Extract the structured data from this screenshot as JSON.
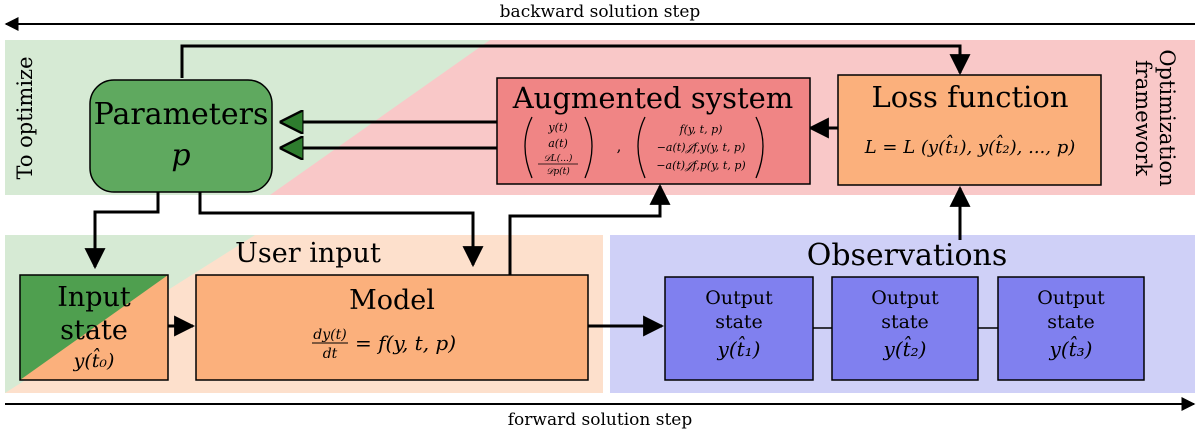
{
  "arrows": {
    "backward": "backward solution step",
    "forward": "forward solution step"
  },
  "regions": {
    "to_optimize": "To optimize",
    "framework_line1": "Optimization",
    "framework_line2": "framework",
    "user_input": "User input",
    "observations": "Observations"
  },
  "parameters": {
    "title": "Parameters",
    "symbol": "p"
  },
  "augmented": {
    "title": "Augmented system",
    "vec_left": [
      "y(t)",
      "a(t)",
      "𝒟L(...)",
      "𝒟p(t)"
    ],
    "comma": ",",
    "vec_right": [
      "f(y, t, p)",
      "−a(t)𝒥f,y(y, t, p)",
      "−a(t)𝒥f,p(y, t, p)"
    ]
  },
  "loss": {
    "title": "Loss function",
    "formula": "L = L (y(t̂₁), y(t̂₂), ..., p)"
  },
  "input_state": {
    "line1": "Input",
    "line2": "state",
    "value": "y(t̂₀)"
  },
  "model": {
    "title": "Model",
    "formula_num": "dy(t)",
    "formula_den": "dt",
    "formula_rhs": "= f(y, t, p)"
  },
  "outputs": [
    {
      "line1": "Output",
      "line2": "state",
      "value": "y(t̂₁)"
    },
    {
      "line1": "Output",
      "line2": "state",
      "value": "y(t̂₂)"
    },
    {
      "line1": "Output",
      "line2": "state",
      "value": "y(t̂₃)"
    }
  ],
  "colors": {
    "green_region": "#d6ead4",
    "red_region": "#f9c8c8",
    "orange_region": "#fde0cc",
    "blue_region": "#cfd0f7",
    "params_box": "#5fa95f",
    "augmented_box": "#f08585",
    "loss_box": "#fbb07c",
    "model_box": "#fbb07c",
    "output_box": "#8080ef",
    "input_green": "#4f9f4f"
  }
}
